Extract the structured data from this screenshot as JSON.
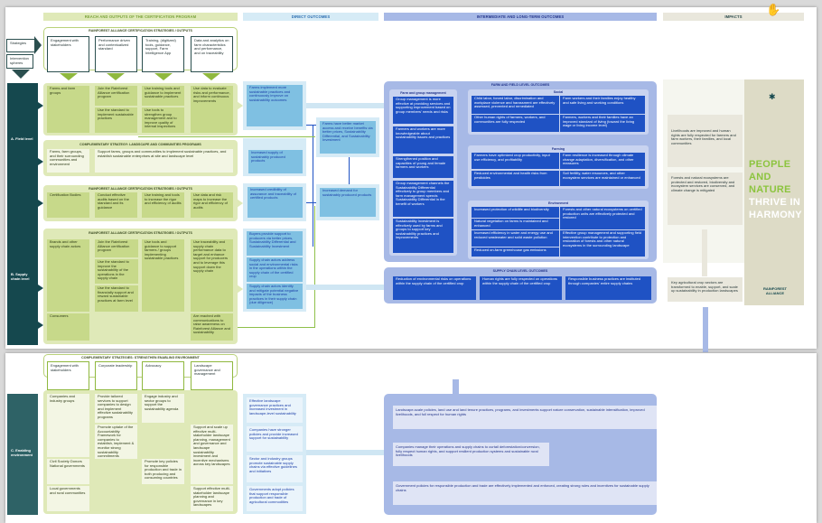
{
  "headers": {
    "reach": "REACH AND OUTPUTS OF THE CERTIFICATION PROGRAM",
    "direct": "DIRECT OUTCOMES",
    "intermediate": "INTERMEDIATE AND LONG-TERM OUTCOMES",
    "impacts": "IMPACTS"
  },
  "side": {
    "strategies": "Strategies",
    "spheres": "Intervention spheres",
    "field": "A. Field level",
    "supply": "B. Supply chain level",
    "enabling": "C. Enabling environment"
  },
  "cert_title": "RAINFOREST ALLIANCE CERTIFICATION STRATEGIES / OUTPUTS",
  "strategies": [
    "Engagement with stakeholders",
    "Performance driven and contextualized standard",
    "Training, (digitized) tools, guidance, support, Farm Intelligence App",
    "Data and analytics on farm characteristics and performance, and on traceability"
  ],
  "field": {
    "c1": "Farms and farm groups",
    "c2a": "Join the Rainforest Alliance certification program",
    "c2b": "Use the standard to implement sustainable practices",
    "c3a": "Use training tools and guidance to implement sustainable practices",
    "c3b": "Use tools to strengthen group management and to improve quality of internal inspections",
    "c4": "Use data to evaluate risks and performance, and inform continuous improvements"
  },
  "comp": {
    "title": "COMPLEMENTARY STRATEGY: LANDSCAPE AND COMMUNITIES PROGRAMS",
    "c1": "Farms, farm groups, and their surrounding communities and environment",
    "c2": "Support farms, groups and communities to implement sustainable practices, and establish sustainable enterprises at site and landscape level"
  },
  "cb": {
    "c1": "Certification Bodies",
    "c2": "Conduct effective audits based on the standard and its guidance",
    "c3": "Use training and tools to increase the rigor and efficiency of audits",
    "c4": "Use data and risk maps to increase the rigor and efficiency of audits"
  },
  "sc": {
    "c1": "Brands and other supply chain actors",
    "c2a": "Join the Rainforest Alliance certification program",
    "c2b": "Use the standard to improve the sustainability of the operations in the supply chain",
    "c2c": "Use the standard to financially support and reward sustainable practices at farm level",
    "c3": "Use tools and guidance to support farmers / groups implementing sustainable practices",
    "c4": "Use traceability and supply chain performance data to target and enhance support for producers and to leverage this support down the supply chain",
    "consumers": "Consumers",
    "c4b": "Are reached with communications to raise awareness on Rainforest Alliance and sustainability"
  },
  "direct": {
    "d1": "Farms implement more sustainable practices and continuously improve on sustainability outcomes",
    "d2": "Increased supply of sustainably produced products",
    "d3": "Increased credibility of assurance and traceability of certified products",
    "d4": "Buyers provide support to producers via better prices, Sustainability Differential and Sustainability Investment",
    "d5": "Supply chain actors address social and environmental risks in the operations within the supply chain of the certified crop",
    "d6": "Supply chain actors identify and mitigate potential negative impacts of the business practices in their supply chain (due diligence)",
    "m1": "Farms have better market access and receive benefits via better prices, Sustainability Differential, and Sustainability Investment",
    "m2": "Increased demand for sustainably produced products"
  },
  "farm": {
    "title": "FARM AND FIELD LEVEL OUTCOMES",
    "group_title": "Farm and group management",
    "g": [
      "Group management is more effective at providing services and supporting improvement based on group members' needs and risks",
      "Farmers and workers are more knowledgeable about sustainability issues and practices",
      "Strengthened position and capacities of young and female farmers and workers",
      "Group management channels the Sustainability Differential effectively to group members and farm management spends Sustainability Differential in the benefit of workers",
      "Sustainability Investment is effectively used by farms and groups to support key sustainability practices and improvements"
    ],
    "social_title": "Social",
    "social": [
      "Child labor, forced labor, discrimination and workplace violence and harassment are effectively assessed, prevented and remediated",
      "Farm workers and their families enjoy healthy and safe living and working conditions",
      "Other human rights of farmers, workers, and communities are fully respected",
      "Farmers, workers and their families have an improved standard of living (toward the living wage or living income level)"
    ],
    "farming_title": "Farming",
    "farming": [
      "Farmers have optimized crop productivity, input use efficiency, and profitability",
      "Farm resilience is increased through climate change adaptation, diversification, and other measures",
      "Reduced environmental and health risks from pesticides",
      "Soil fertility, water resources, and other ecosystem services are maintained or enhanced"
    ],
    "env_title": "Environment",
    "env": [
      "Increased protection of wildlife and biodiversity",
      "Natural vegetation on farms is maintained and enhanced",
      "Increased efficiency in water and energy use and reduced wastewater and solid waste pollution",
      "Reduced on-farm greenhouse gas emissions",
      "Forests and other natural ecosystems on certified production units are effectively protected and restored",
      "Effective group management and supporting field intervention contribute to protection and restoration of forests and other natural ecosystems in the surrounding landscape"
    ]
  },
  "supplyout": {
    "title": "SUPPLY CHAIN LEVEL OUTCOMES",
    "items": [
      "Reduction of environmental risks on operations within the supply chain of the certified crop",
      "Human rights are fully respected on operations within the supply chain of the certified crop",
      "Responsible business practices are instituted through companies' entire supply chains"
    ]
  },
  "impacts": {
    "i1": "Livelihoods are improved and human rights are fully respected for farmers and farm workers, their families, and local communities",
    "i2": "Forests and natural ecosystems are protected and restored, biodiversity and ecosystem services are conserved, and climate change is mitigated",
    "i3": "Key agricultural crop sectors are transformed to enable, support, and scale up sustainability in production landscapes",
    "slogan1": "PEOPLE",
    "slogan2": "AND",
    "slogan3": "NATURE",
    "slogan4": "THRIVE IN",
    "slogan5": "HARMONY",
    "logo": "RAINFOREST ALLIANCE"
  },
  "enabling": {
    "title": "COMPLEMENTARY STRATEGIES: STRENGTHEN ENABLING ENVIRONMENT",
    "strategies": [
      "Engagement with stakeholders",
      "Corporate leadership",
      "Advocacy",
      "Landscape governance and management"
    ],
    "actors": [
      "Companies and industry groups",
      "Civil Society Donors National governments",
      "Local governments and rural communities"
    ],
    "a1": "Provide tailored services to support companies to design and implement effective sustainability programs",
    "a2": "Promote uptake of the Accountability Framework for companies to establish, implement & monitor strong sustainability commitments",
    "a3": "Engage industry and sector groups to support the sustainability agenda",
    "a4": "Promote key policies for responsible production and trade in both producing and consuming countries",
    "a5": "Support and scale up effective multi-stakeholder landscape planning, management and governance and landscape sustainability investment and incentive mechanisms across key landscapes",
    "a6": "Support effective multi-stakeholder landscape planning and governance in key landscapes",
    "direct": [
      "Effective landscape governance practices and increased investment in landscape-level sustainability",
      "Companies have stronger policies and provide increased support for sustainability",
      "Sector and industry groups promote sustainable supply chains via effective guidelines and initiatives",
      "Governments adopt policies that support responsible production and trade of agricultural commodities"
    ],
    "inter": [
      "Landscape-scale policies, land use and land tenure practices, programs, and investments support nature conservation, sustainable intensification, improved livelihoods, and full respect for human rights",
      "Companies manage their operations and supply chains to curtail deforestation/conversion, fully respect human rights, and support resilient production systems and sustainable rural livelihoods",
      "Government policies for responsible production and trade are effectively implemented and enforced, creating strong rules and incentives for sustainable supply chains"
    ]
  },
  "colors": {
    "green": "#c7d98a",
    "teal": "#15484e",
    "blue": "#1f52c4",
    "lightblue": "#7fc0e2",
    "periwinkle": "#a7b9e6",
    "beige": "#e9e7dc"
  }
}
